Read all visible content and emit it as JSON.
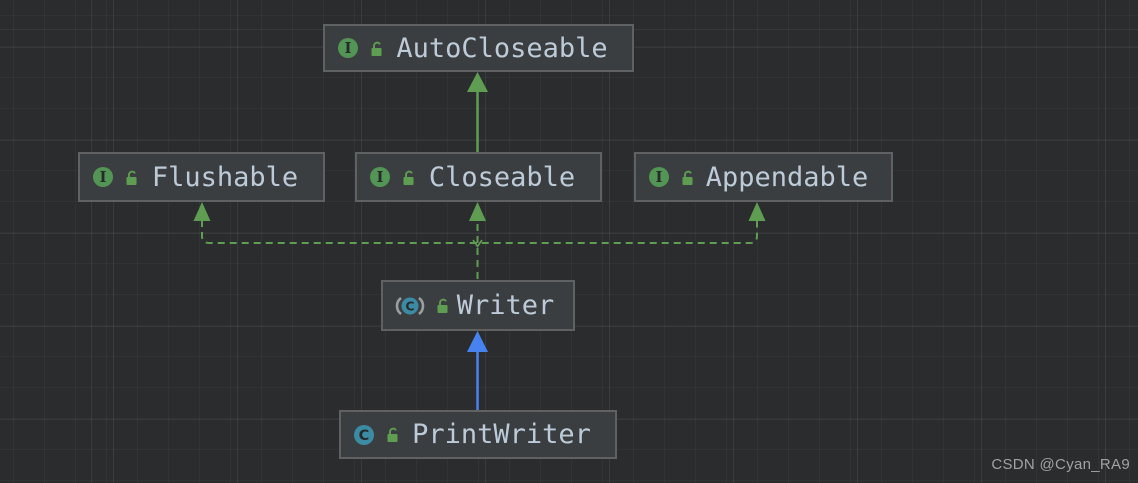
{
  "diagram": {
    "type": "uml-class-diagram",
    "nodes": [
      {
        "label": "AutoCloseable",
        "kind": "interface",
        "icon": "interface-icon",
        "modifier_icon": "unlocked-padlock-icon"
      },
      {
        "label": "Flushable",
        "kind": "interface",
        "icon": "interface-icon",
        "modifier_icon": "unlocked-padlock-icon"
      },
      {
        "label": "Closeable",
        "kind": "interface",
        "icon": "interface-icon",
        "modifier_icon": "unlocked-padlock-icon"
      },
      {
        "label": "Appendable",
        "kind": "interface",
        "icon": "interface-icon",
        "modifier_icon": "unlocked-padlock-icon"
      },
      {
        "label": "Writer",
        "kind": "abstract-class",
        "icon": "abstract-class-icon",
        "modifier_icon": "unlocked-padlock-icon"
      },
      {
        "label": "PrintWriter",
        "kind": "class",
        "icon": "class-icon",
        "modifier_icon": "unlocked-padlock-icon"
      }
    ],
    "edges": [
      {
        "from": "Closeable",
        "to": "AutoCloseable",
        "relation": "extends",
        "line": "solid",
        "color": "#5f9e52"
      },
      {
        "from": "Writer",
        "to": "Flushable",
        "relation": "implements",
        "line": "dashed",
        "color": "#5f9e52"
      },
      {
        "from": "Writer",
        "to": "Closeable",
        "relation": "implements",
        "line": "dashed",
        "color": "#5f9e52"
      },
      {
        "from": "Writer",
        "to": "Appendable",
        "relation": "implements",
        "line": "dashed",
        "color": "#5f9e52"
      },
      {
        "from": "PrintWriter",
        "to": "Writer",
        "relation": "extends",
        "line": "solid",
        "color": "#4683f0"
      }
    ],
    "colors": {
      "background": "#2a2c2d",
      "node_fill": "#3b3e40",
      "node_border": "#5f6162",
      "node_text": "#bdcbd9",
      "interface_icon_green": "#539554",
      "class_icon_teal": "#3c8ba4",
      "icon_letter_dark": "#272a2b",
      "padlock_green": "#5f9e52",
      "edge_green": "#5f9e52",
      "edge_blue": "#4683f0"
    }
  },
  "watermark": {
    "text": "CSDN @Cyan_RA9"
  }
}
